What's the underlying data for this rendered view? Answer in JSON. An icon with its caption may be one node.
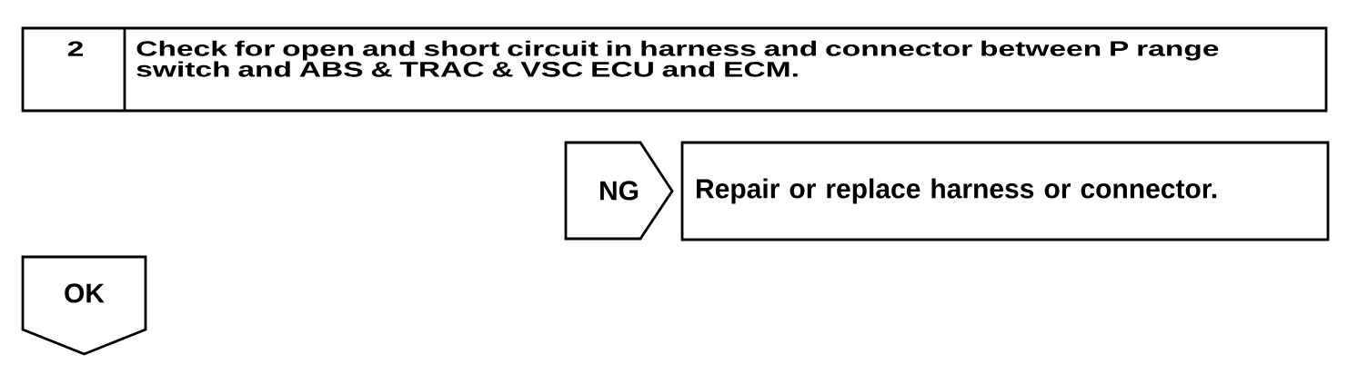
{
  "diagram": {
    "nodes": [
      {
        "text": [
          "2",
          "Check for open and short circuit in harness and connector between P range switch and ABS & TRAC & VSC ECU and ECM."
        ]
      },
      {
        "text": [
          "Repair or replace harness or connector."
        ]
      },
      {
        "text": [
          "OK"
        ]
      }
    ],
    "edges": [
      {
        "from": 0,
        "to": 1,
        "arrow": "to",
        "label": "NG"
      }
    ]
  }
}
